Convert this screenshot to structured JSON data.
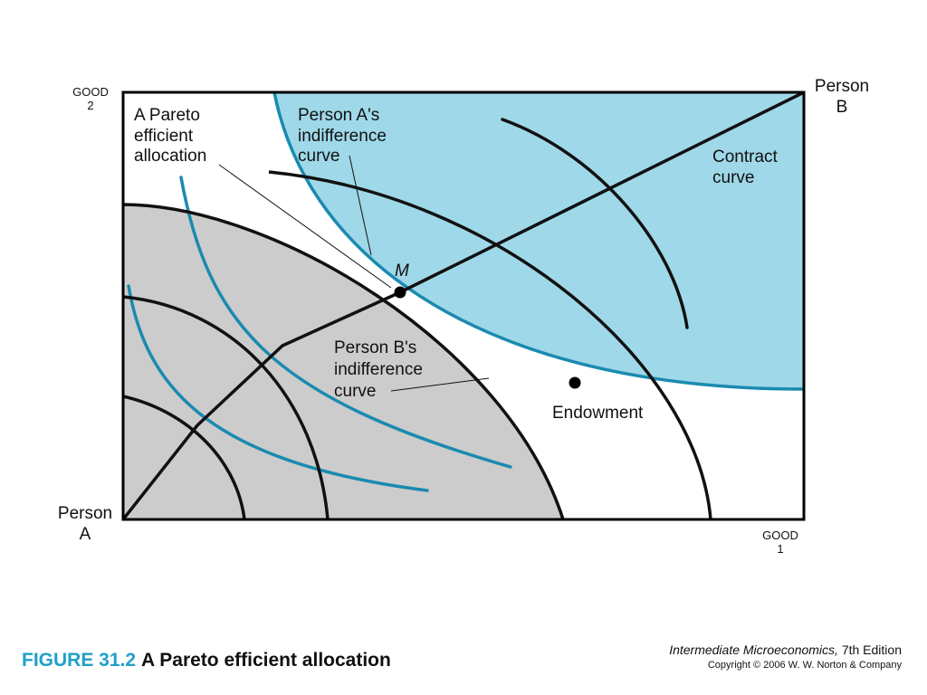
{
  "diagram": {
    "axes": {
      "good2_line1": "GOOD",
      "good2_line2": "2",
      "good1_line1": "GOOD",
      "good1_line2": "1",
      "person_a_line1": "Person",
      "person_a_line2": "A",
      "person_b_line1": "Person",
      "person_b_line2": "B"
    },
    "labels": {
      "pareto_line1": "A Pareto",
      "pareto_line2": "efficient",
      "pareto_line3": "allocation",
      "a_indiff_line1": "Person A's",
      "a_indiff_line2": "indifference",
      "a_indiff_line3": "curve",
      "b_indiff_line1": "Person B's",
      "b_indiff_line2": "indifference",
      "b_indiff_line3": "curve",
      "contract_line1": "Contract",
      "contract_line2": "curve",
      "point_m": "M",
      "endowment": "Endowment"
    },
    "colors": {
      "region_a_fill": "#cccccc",
      "region_b_fill": "#9fd8e8",
      "person_a_curve": "#1a8ab0",
      "person_b_curve": "#111111",
      "box_border": "#000000"
    }
  },
  "figure": {
    "number": "FIGURE 31.2",
    "title": "A Pareto efficient allocation"
  },
  "credit": {
    "book_title": "Intermediate Microeconomics,",
    "edition": " 7th Edition",
    "copyright": "Copyright © 2006 W. W. Norton & Company"
  }
}
